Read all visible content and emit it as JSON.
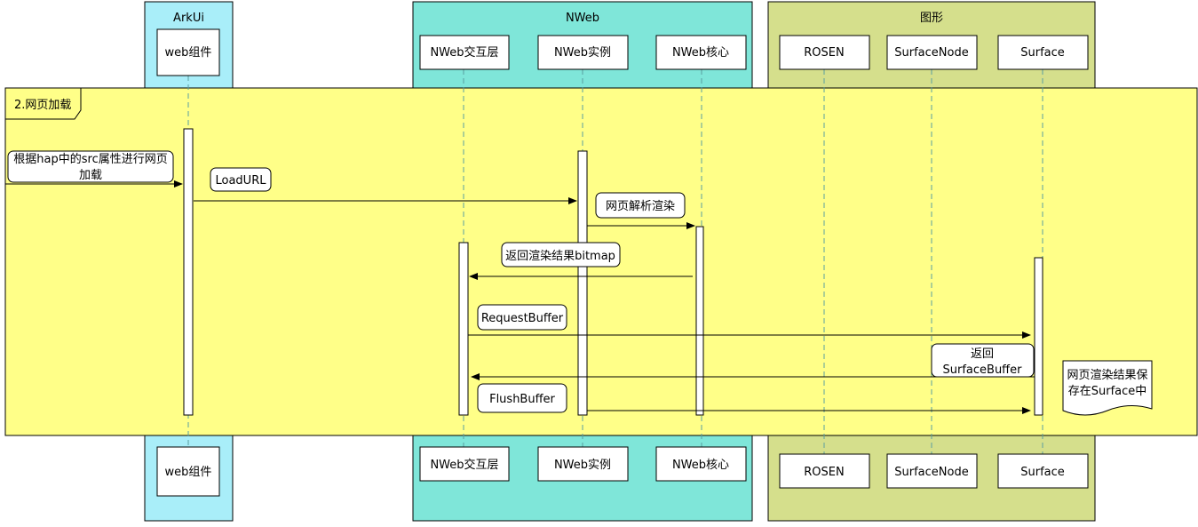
{
  "colors": {
    "arkui_group": "#a9eef9",
    "nweb_group": "#7fe6d9",
    "graphics_group": "#d5df8c",
    "fragment_bg": "#ffff88",
    "lifeline_dash": "#5a9fa0",
    "stroke": "#000000"
  },
  "groups": {
    "arkui": {
      "title": "ArkUi"
    },
    "nweb": {
      "title": "NWeb"
    },
    "graphics": {
      "title": "图形"
    }
  },
  "participants": {
    "web": {
      "label": "web组件"
    },
    "interact": {
      "label": "NWeb交互层"
    },
    "instance": {
      "label": "NWeb实例"
    },
    "core": {
      "label": "NWeb核心"
    },
    "rosen": {
      "label": "ROSEN"
    },
    "surfacenode": {
      "label": "SurfaceNode"
    },
    "surface": {
      "label": "Surface"
    }
  },
  "fragment": {
    "label": "2.网页加载"
  },
  "messages": {
    "m1": {
      "line1": "根据hap中的src属性进行网页",
      "line2": "加载"
    },
    "m2": {
      "label": "LoadURL"
    },
    "m3": {
      "label": "网页解析渲染"
    },
    "m4": {
      "label": "返回渲染结果bitmap"
    },
    "m5": {
      "label": "RequestBuffer"
    },
    "m6": {
      "line1": "返回",
      "line2": "SurfaceBuffer"
    },
    "m7": {
      "label": "FlushBuffer"
    }
  },
  "note": {
    "line1": "网页渲染结果保",
    "line2": "存在Surface中"
  }
}
